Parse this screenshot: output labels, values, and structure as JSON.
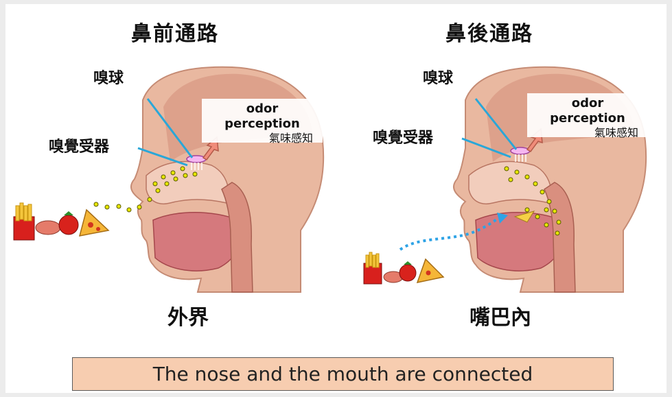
{
  "panels": [
    {
      "title": "鼻前通路",
      "bulb_label": "嗅球",
      "receptor_label": "嗅覺受器",
      "perception_en": "odor\nperception",
      "perception_zh": "氣味感知",
      "caption": "外界"
    },
    {
      "title": "鼻後通路",
      "bulb_label": "嗅球",
      "receptor_label": "嗅覺受器",
      "perception_en": "odor\nperception",
      "perception_zh": "氣味感知",
      "caption": "嘴巴內"
    }
  ],
  "banner": "The nose and the mouth are connected",
  "colors": {
    "pointer_line": "#2aa7d8",
    "airflow_dot": "#e6e600",
    "arrow": "#f08c7a",
    "banner_bg": "#f7cdb0",
    "mouth_path": "#2ea3e6"
  }
}
